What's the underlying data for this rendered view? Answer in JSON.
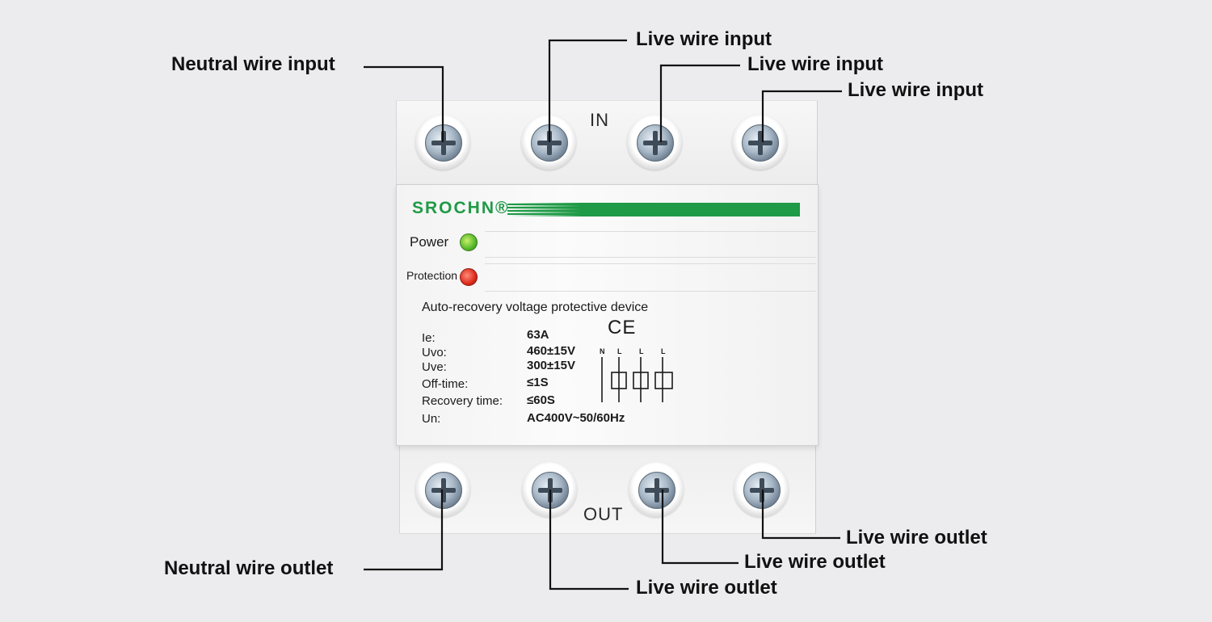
{
  "callouts": {
    "neutral_input": "Neutral wire input",
    "live_input_1": "Live wire input",
    "live_input_2": "Live wire input",
    "live_input_3": "Live wire input",
    "neutral_outlet": "Neutral wire outlet",
    "live_outlet_1": "Live wire outlet",
    "live_outlet_2": "Live wire outlet",
    "live_outlet_3": "Live wire outlet"
  },
  "device": {
    "in_label": "IN",
    "out_label": "OUT",
    "brand": "SROCHN®",
    "brand_color": "#1f9a46",
    "power_label": "Power",
    "protection_label": "Protection",
    "title": "Auto-recovery voltage protective device",
    "ce_mark": "CE",
    "specs": [
      {
        "key": "Ie:",
        "value": "63A"
      },
      {
        "key": "Uvo:",
        "value": "460±15V"
      },
      {
        "key": "Uve:",
        "value": "300±15V"
      },
      {
        "key": "Off-time:",
        "value": "≤1S"
      },
      {
        "key": "Recovery time:",
        "value": "≤60S"
      },
      {
        "key": "Un:",
        "value": "AC400V~50/60Hz"
      }
    ],
    "pole_labels": [
      "N",
      "L",
      "L",
      "L"
    ],
    "led_colors": {
      "power": "#57b82a",
      "protection": "#dd2a1a"
    }
  }
}
